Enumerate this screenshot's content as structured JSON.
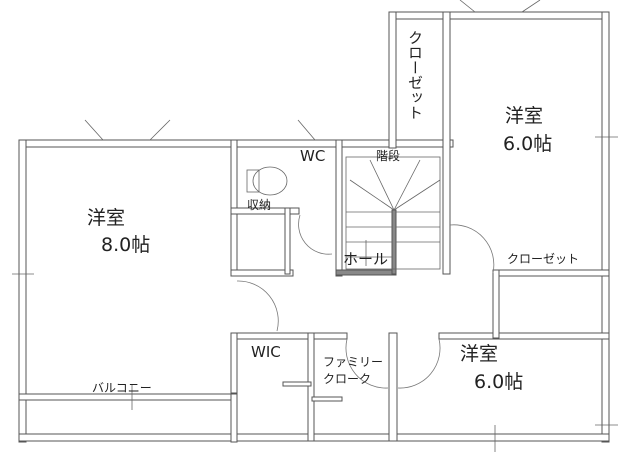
{
  "plan": {
    "rooms": {
      "west_bedroom": {
        "name": "洋室",
        "size": "8.0帖"
      },
      "north_bedroom": {
        "name": "洋室",
        "size": "6.0帖"
      },
      "south_bedroom": {
        "name": "洋室",
        "size": "6.0帖"
      },
      "north_closet": "クローゼット",
      "east_closet": "クローゼット",
      "stairs": "階段",
      "toilet": "WC",
      "storage": "収納",
      "hall": "ホール",
      "wic": "WIC",
      "family_cloak_line1": "ファミリー",
      "family_cloak_line2": "クローク",
      "balcony": "バルコニー"
    }
  }
}
